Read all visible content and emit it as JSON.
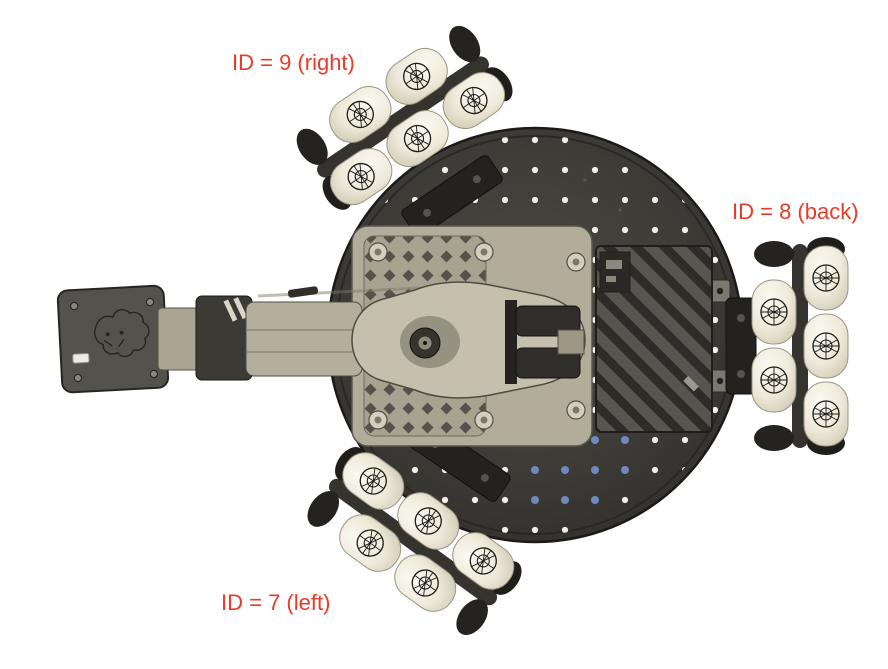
{
  "figure": {
    "background_color": "#ffffff",
    "annotation_color": "#ea3b28",
    "colors": {
      "base_plate": "#3e3c37",
      "chassis_tan": "#b2ad9b",
      "roller_cream": "#eee9da",
      "vent_dark": "#2d2c28",
      "hole_dot_white": "#f1efe8",
      "hole_dot_blue": "#7288bd"
    },
    "labels": {
      "wheel_9": "ID = 9 (right)",
      "wheel_8": "ID = 8 (back)",
      "wheel_7": "ID = 7 (left)"
    }
  }
}
